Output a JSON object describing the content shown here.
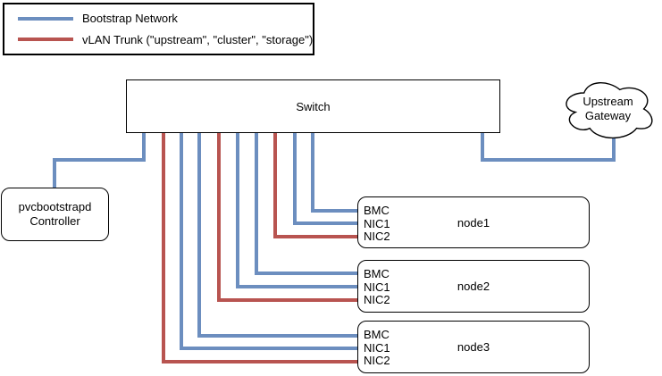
{
  "colors": {
    "bootstrap": "#6c8ebf",
    "vlan": "#b85450",
    "outline": "#000000"
  },
  "legend": {
    "items": [
      {
        "label": "Bootstrap Network",
        "color": "#6c8ebf"
      },
      {
        "label": "vLAN Trunk (\"upstream\", \"cluster\", \"storage\")",
        "color": "#b85450"
      }
    ]
  },
  "switch": {
    "label": "Switch"
  },
  "gateway": {
    "label": "Upstream Gateway"
  },
  "controller": {
    "label": "pvcbootstrapd Controller"
  },
  "nodes": [
    {
      "name": "node1",
      "ports": [
        "BMC",
        "NIC1",
        "NIC2"
      ]
    },
    {
      "name": "node2",
      "ports": [
        "BMC",
        "NIC1",
        "NIC2"
      ]
    },
    {
      "name": "node3",
      "ports": [
        "BMC",
        "NIC1",
        "NIC2"
      ]
    }
  ]
}
